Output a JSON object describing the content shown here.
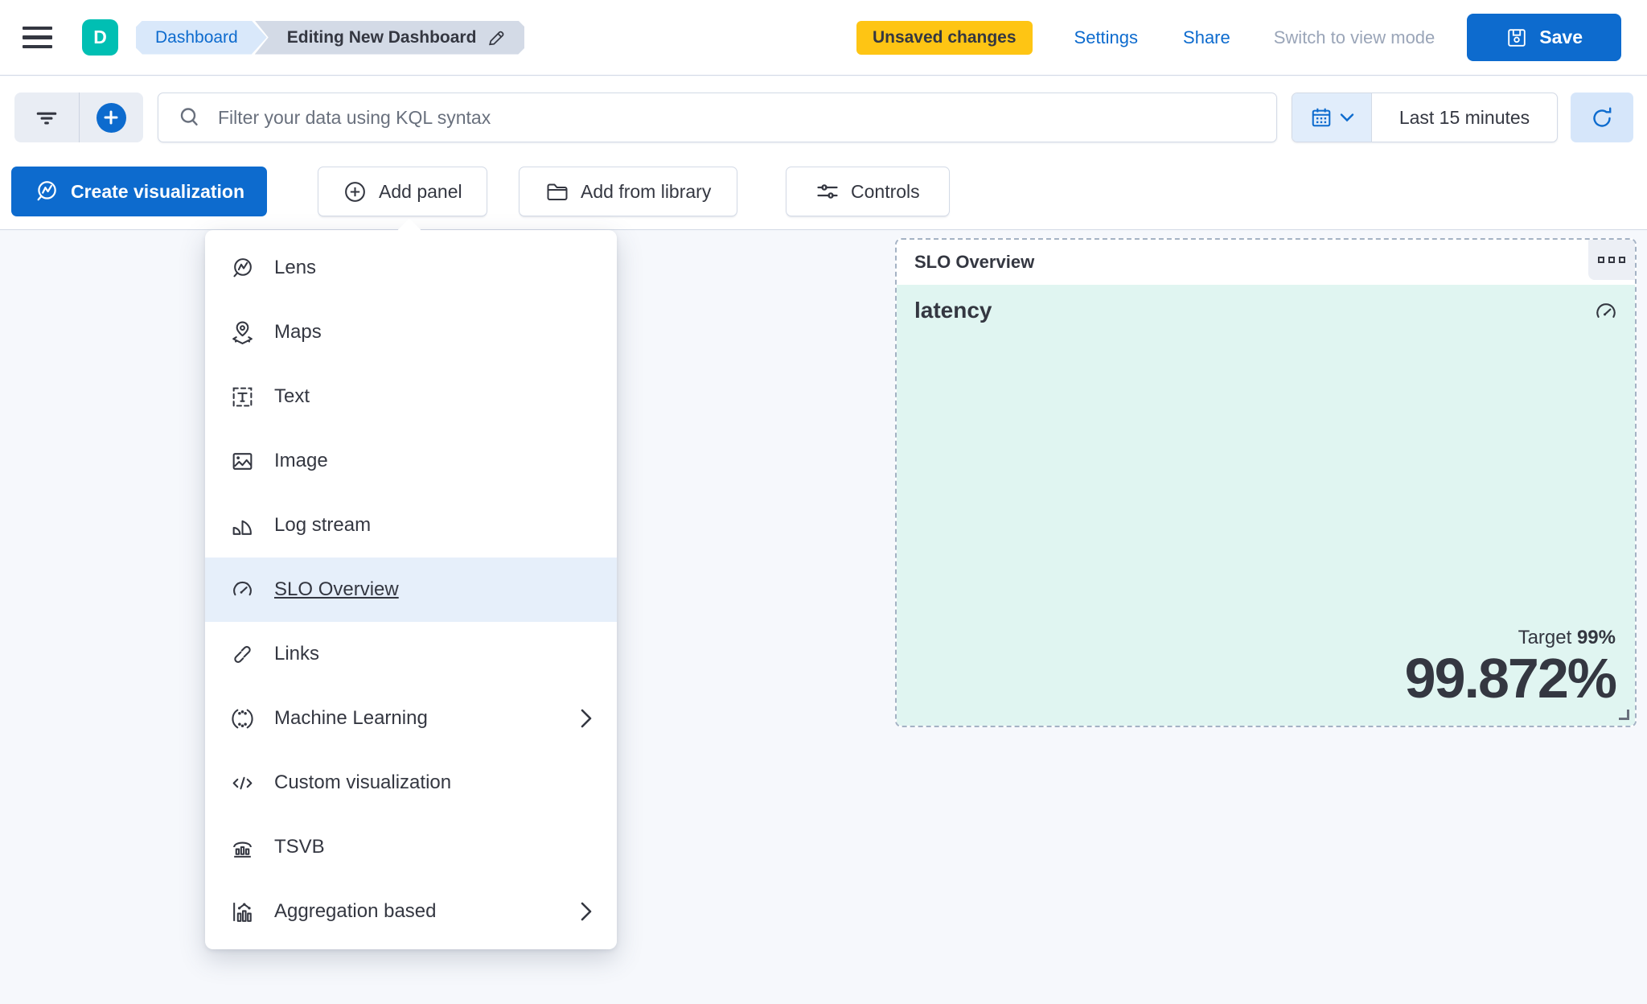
{
  "header": {
    "logo_letter": "D",
    "breadcrumbs": [
      {
        "label": "Dashboard"
      },
      {
        "label": "Editing New Dashboard"
      }
    ],
    "unsaved_badge": "Unsaved changes",
    "settings_link": "Settings",
    "share_link": "Share",
    "switch_view_link": "Switch to view mode",
    "save_label": "Save"
  },
  "toolbar": {
    "kql_placeholder": "Filter your data using KQL syntax",
    "time_range": "Last 15 minutes",
    "create_visualization_label": "Create visualization",
    "add_panel_label": "Add panel",
    "add_from_library_label": "Add from library",
    "controls_label": "Controls"
  },
  "add_panel_menu": {
    "items": [
      {
        "label": "Lens",
        "icon": "lens-icon",
        "has_submenu": false,
        "highlighted": false
      },
      {
        "label": "Maps",
        "icon": "maps-icon",
        "has_submenu": false,
        "highlighted": false
      },
      {
        "label": "Text",
        "icon": "text-icon",
        "has_submenu": false,
        "highlighted": false
      },
      {
        "label": "Image",
        "icon": "image-icon",
        "has_submenu": false,
        "highlighted": false
      },
      {
        "label": "Log stream",
        "icon": "log-stream-icon",
        "has_submenu": false,
        "highlighted": false
      },
      {
        "label": "SLO Overview",
        "icon": "gauge-icon",
        "has_submenu": false,
        "highlighted": true
      },
      {
        "label": "Links",
        "icon": "link-icon",
        "has_submenu": false,
        "highlighted": false
      },
      {
        "label": "Machine Learning",
        "icon": "machine-learning-icon",
        "has_submenu": true,
        "highlighted": false
      },
      {
        "label": "Custom visualization",
        "icon": "code-icon",
        "has_submenu": false,
        "highlighted": false
      },
      {
        "label": "TSVB",
        "icon": "tsvb-icon",
        "has_submenu": false,
        "highlighted": false
      },
      {
        "label": "Aggregation based",
        "icon": "aggregation-icon",
        "has_submenu": true,
        "highlighted": false
      }
    ]
  },
  "slo_panel": {
    "title": "SLO Overview",
    "metric_name": "latency",
    "target_label": "Target",
    "target_value": "99%",
    "value": "99.872%"
  },
  "colors": {
    "primary_blue": "#0d6bce",
    "logo_teal": "#00bfb3",
    "unsaved_badge_yellow": "#fec514",
    "panel_body_teal": "#e0f5f1",
    "menu_highlight_blue": "#e6effa",
    "text_dark": "#343741",
    "border_gray": "#d3dae6"
  }
}
